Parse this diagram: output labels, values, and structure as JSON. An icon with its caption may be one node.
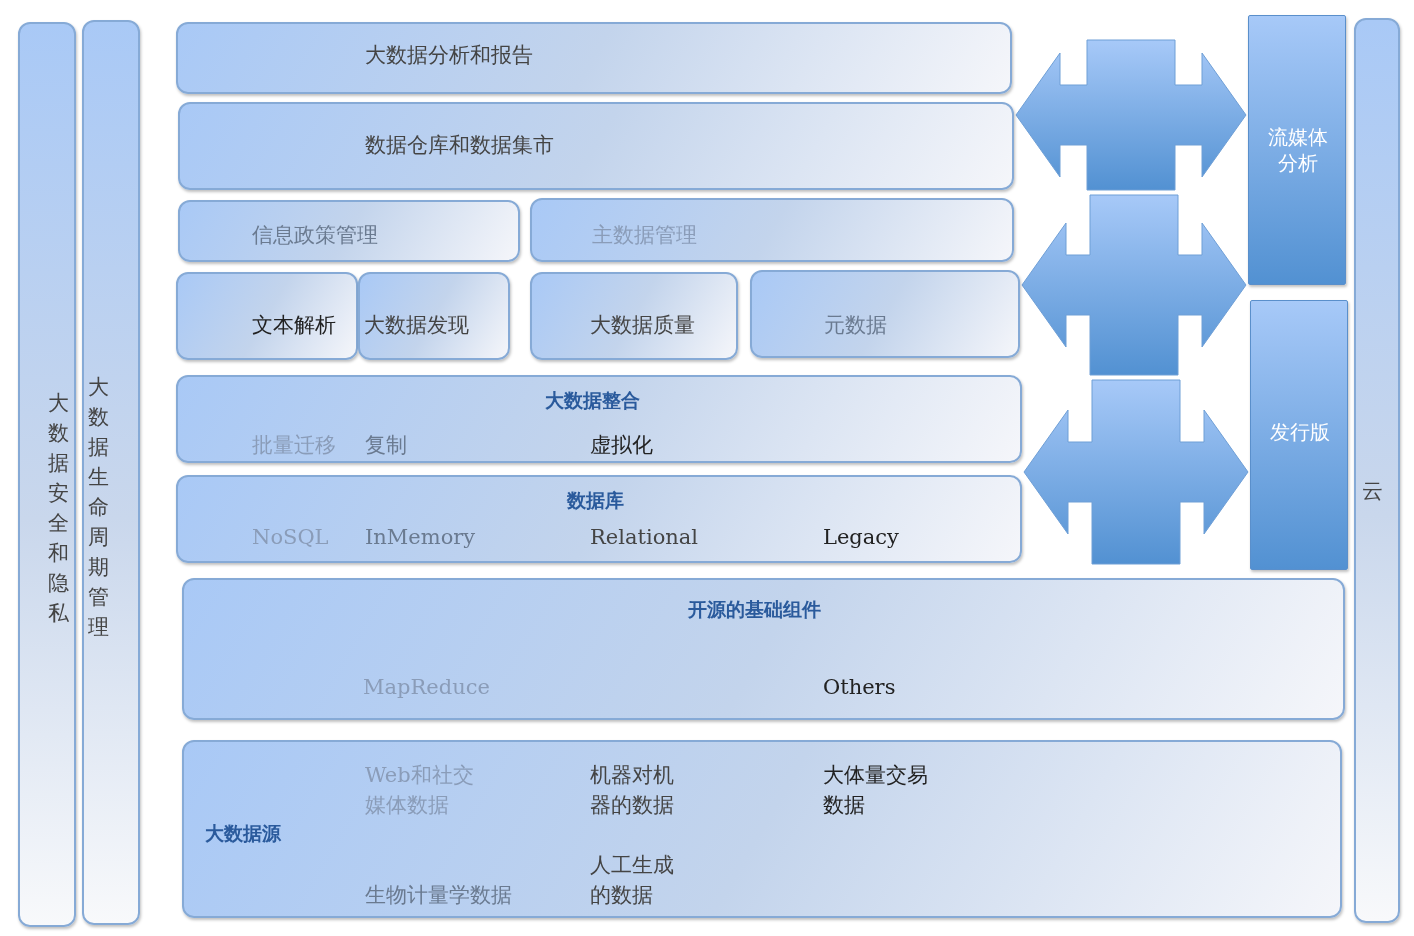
{
  "diagram": {
    "nodes": [
      {
        "text": [
          "大数据安全和隐私"
        ]
      },
      {
        "text": [
          "大数据生命周期管理"
        ]
      },
      {
        "text": [
          "大数据分析和报告"
        ]
      },
      {
        "text": [
          "数据仓库和数据集市"
        ]
      },
      {
        "text": [
          "信息政策管理"
        ]
      },
      {
        "text": [
          "主数据管理"
        ]
      },
      {
        "text": [
          "文本解析"
        ]
      },
      {
        "text": [
          "大数据发现"
        ]
      },
      {
        "text": [
          "大数据质量"
        ]
      },
      {
        "text": [
          "元数据"
        ]
      },
      {
        "text": [
          "大数据整合",
          "批量迁移",
          "复制",
          "虚拟化"
        ]
      },
      {
        "text": [
          "数据库",
          "NoSQL",
          "InMemory",
          "Relational",
          "Legacy"
        ]
      },
      {
        "text": [
          "开源的基础组件",
          "MapReduce",
          "Others"
        ]
      },
      {
        "text": [
          "大数据源",
          "Web和社交媒体数据",
          "机器对机器的数据",
          "大体量交易数据",
          "生物计量学数据",
          "人工生成的数据"
        ]
      },
      {
        "text": [
          "流媒体分析"
        ]
      },
      {
        "text": [
          "发行版"
        ]
      },
      {
        "text": [
          "云"
        ]
      }
    ],
    "edges": [
      {
        "from": 3,
        "to": 14,
        "arrow": "both"
      },
      {
        "from": 9,
        "to": 14,
        "arrow": "both"
      },
      {
        "from": 11,
        "to": 15,
        "arrow": "both"
      }
    ]
  }
}
